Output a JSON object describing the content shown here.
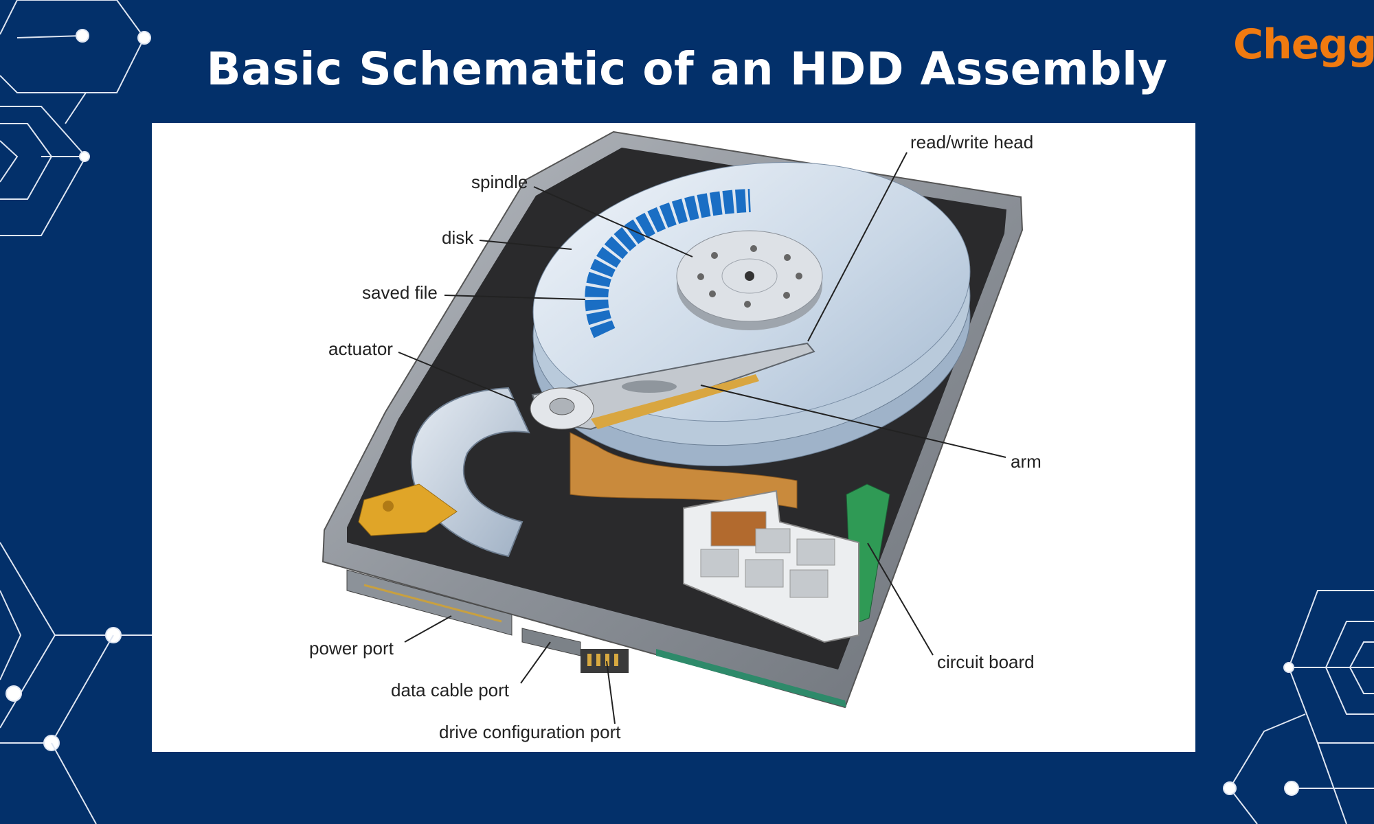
{
  "title": "Basic Schematic of an HDD Assembly",
  "logo": "Chegg",
  "labels": {
    "read_write_head": "read/write head",
    "spindle": "spindle",
    "disk": "disk",
    "saved_file": "saved file",
    "actuator": "actuator",
    "arm": "arm",
    "circuit_board": "circuit board",
    "power_port": "power port",
    "data_cable_port": "data cable port",
    "drive_configuration_port": "drive configuration port"
  },
  "colors": {
    "background": "#03306a",
    "logo": "#f07a10",
    "panel": "#ffffff"
  }
}
